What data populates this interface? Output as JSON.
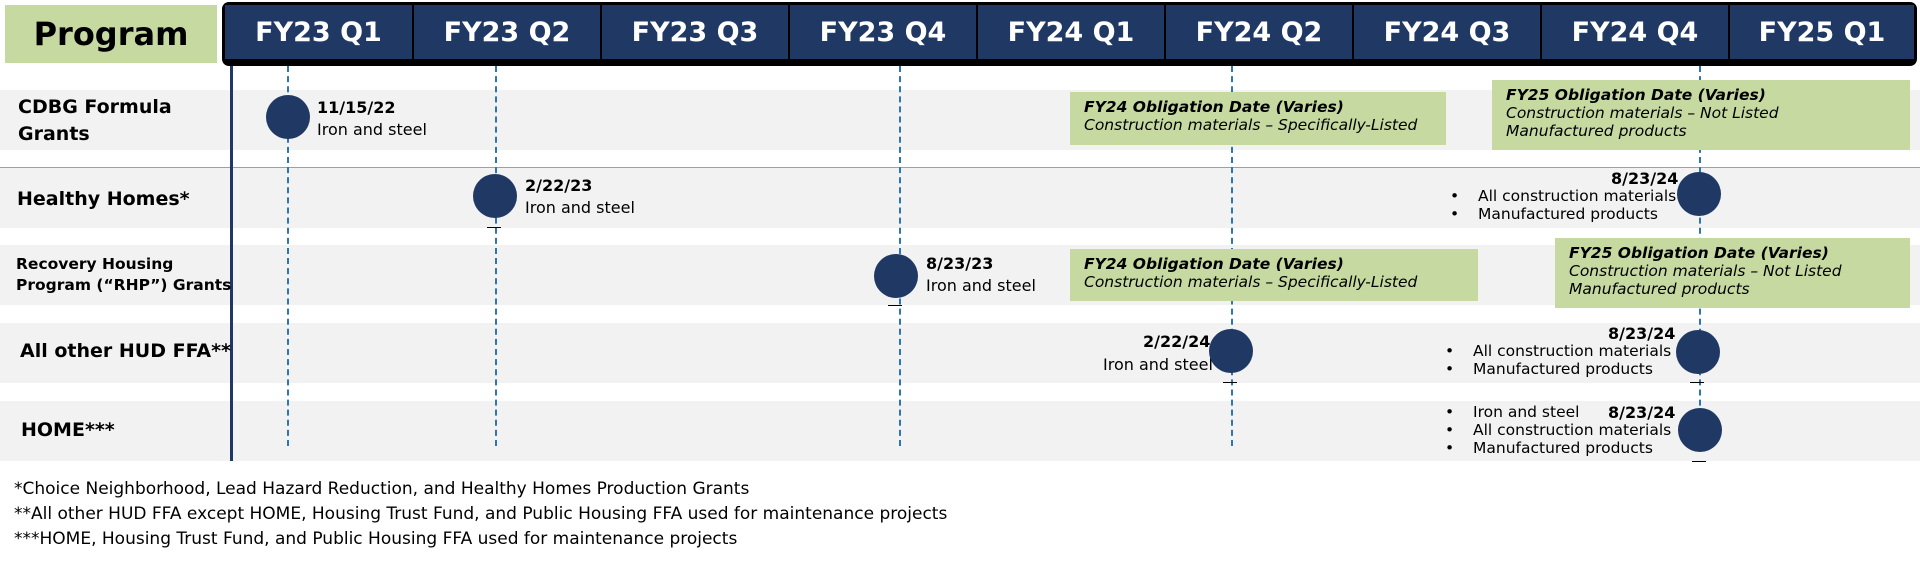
{
  "header": {
    "program_label": "Program",
    "quarters": [
      "FY23 Q1",
      "FY23 Q2",
      "FY23 Q3",
      "FY23 Q4",
      "FY24 Q1",
      "FY24 Q2",
      "FY24 Q3",
      "FY24 Q4",
      "FY25 Q1"
    ]
  },
  "rows": {
    "cdbg": {
      "label": "CDBG Formula Grants",
      "event_date": "11/15/22",
      "event_text": "Iron and steel",
      "box1_title": "FY24 Obligation Date (Varies)",
      "box1_line": "Construction materials – Specifically-Listed",
      "box2_title": "FY25 Obligation Date (Varies)",
      "box2_line1": "Construction materials – Not Listed",
      "box2_line2": "Manufactured products"
    },
    "healthy_homes": {
      "label": "Healthy Homes*",
      "event1_date": "2/22/23",
      "event1_text": "Iron and steel",
      "event2_date": "8/23/24",
      "event2_items": [
        "All construction materials",
        "Manufactured products"
      ]
    },
    "rhp": {
      "label_line1": "Recovery Housing",
      "label_line2": "Program (“RHP”) Grants",
      "event_date": "8/23/23",
      "event_text": "Iron and steel",
      "box1_title": "FY24 Obligation Date (Varies)",
      "box1_line": "Construction materials – Specifically-Listed",
      "box2_title": "FY25 Obligation Date (Varies)",
      "box2_line1": "Construction materials – Not Listed",
      "box2_line2": "Manufactured products"
    },
    "all_other": {
      "label": "All other HUD FFA**",
      "event1_date": "2/22/24",
      "event1_text": "Iron and steel",
      "event2_date": "8/23/24",
      "event2_items": [
        "All construction materials",
        "Manufactured products"
      ]
    },
    "home": {
      "label": "HOME***",
      "event_date": "8/23/24",
      "event_items": [
        "Iron and steel",
        "All construction materials",
        "Manufactured products"
      ]
    }
  },
  "footnotes": [
    "*Choice Neighborhood, Lead Hazard Reduction, and Healthy Homes Production Grants",
    "**All other HUD FFA except HOME, Housing Trust Fund, and Public Housing FFA used for maintenance projects",
    "***HOME, Housing Trust Fund, and Public Housing FFA used for maintenance projects"
  ],
  "colors": {
    "header_navy": "#1f3864",
    "label_green": "#c6d9a0",
    "dash_blue": "#2e75b6",
    "stripe_gray": "#f2f2f2"
  }
}
